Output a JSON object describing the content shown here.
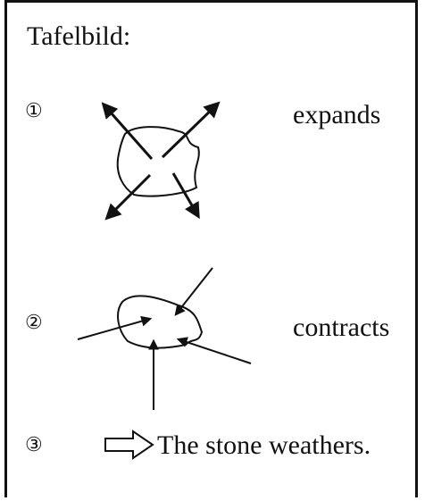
{
  "board": {
    "title": "Tafelbild:",
    "steps": [
      {
        "number": "①",
        "label": "expands"
      },
      {
        "number": "②",
        "label": "contracts"
      },
      {
        "number": "③",
        "label": "The stone weathers."
      }
    ]
  }
}
